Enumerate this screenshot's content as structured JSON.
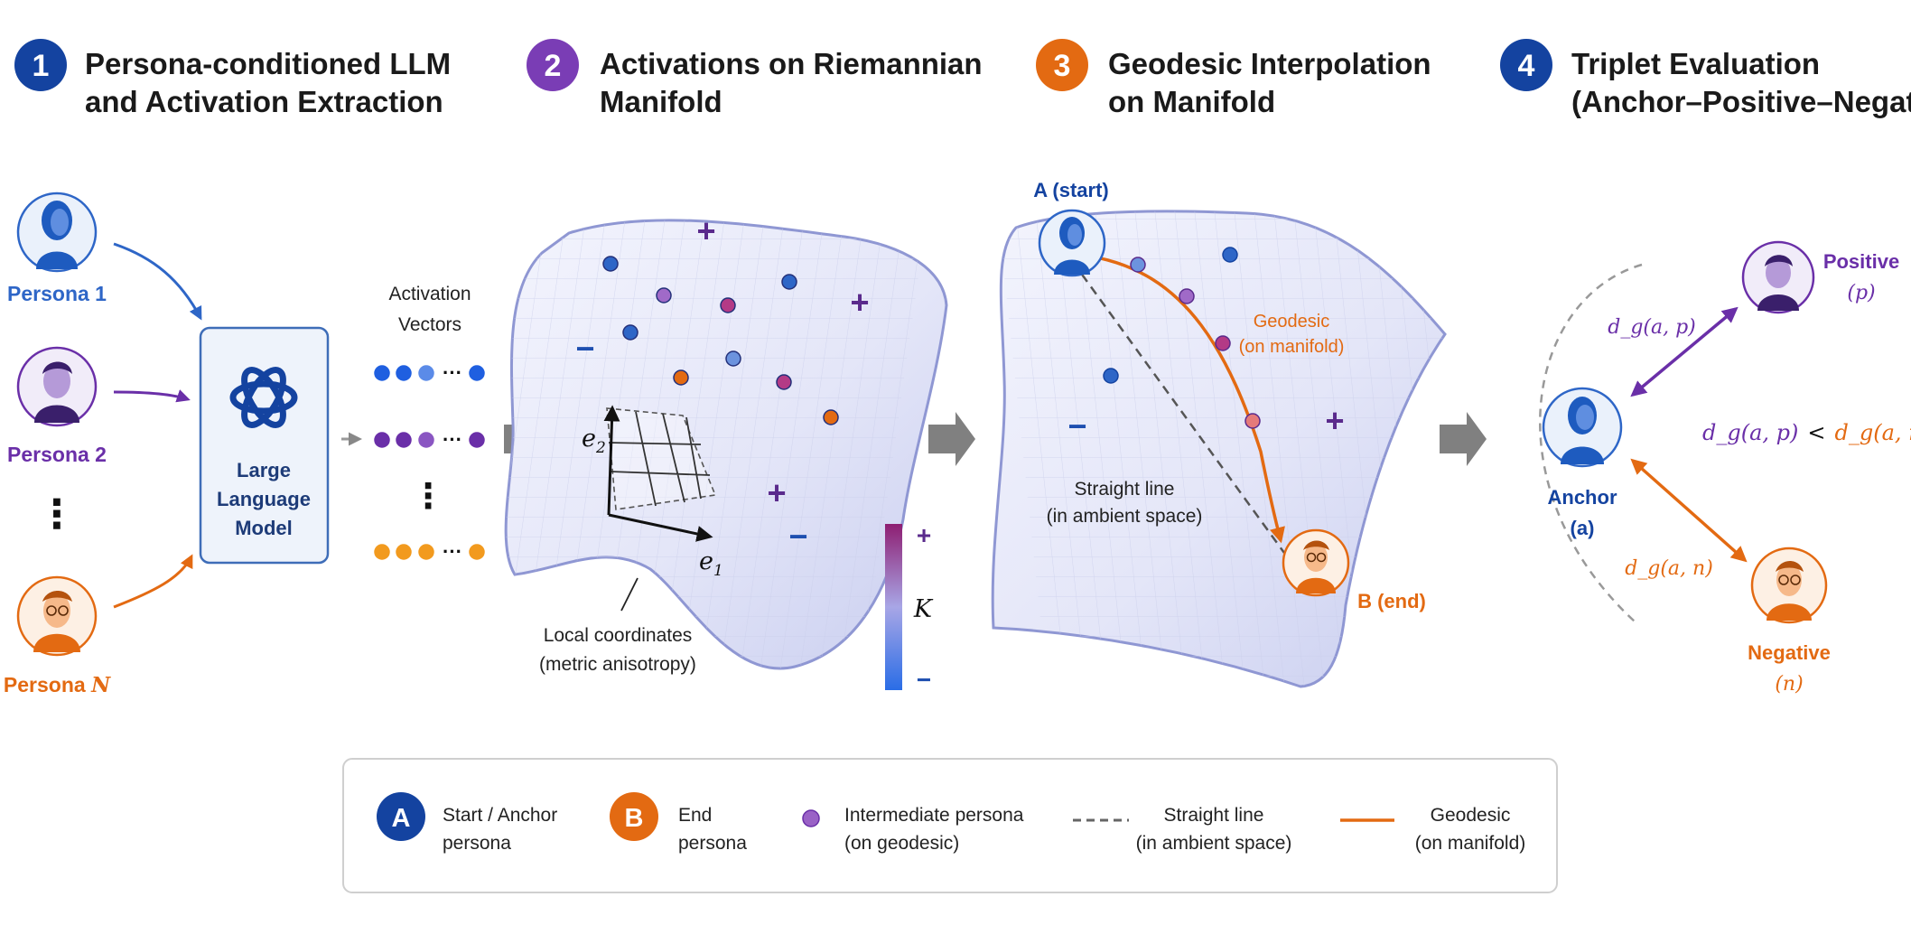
{
  "steps": [
    {
      "number": "1",
      "title_line1": "Persona-conditioned LLM",
      "title_line2": "and Activation Extraction"
    },
    {
      "number": "2",
      "title_line1": "Activations on Riemannian",
      "title_line2": "Manifold"
    },
    {
      "number": "3",
      "title_line1": "Geodesic Interpolation",
      "title_line2": "on Manifold"
    },
    {
      "number": "4",
      "title_line1": "Triplet Evaluation",
      "title_line2": "(Anchor–Positive–Negative)"
    }
  ],
  "panel1": {
    "persona1": "Persona 1",
    "persona2": "Persona 2",
    "personaN_prefix": "Persona ",
    "personaN_symbol": "N",
    "ellipsis": "⋮",
    "llm_line1": "Large",
    "llm_line2": "Language",
    "llm_line3": "Model",
    "activation_line1": "Activation",
    "activation_line2": "Vectors",
    "dots_ellipsis": "···",
    "vertical_ellipsis": "⋮"
  },
  "panel2": {
    "plus": "+",
    "minus": "−",
    "axis_e2": "e",
    "axis_e2_sub": "2",
    "axis_e1": "e",
    "axis_e1_sub": "1",
    "local_line1": "Local coordinates",
    "local_line2": "(metric anisotropy)",
    "colorbar_label": "K",
    "colorbar_plus": "+",
    "colorbar_minus": "−"
  },
  "panel3": {
    "a_label": "A (start)",
    "b_label": "B (end)",
    "geodesic_line1": "Geodesic",
    "geodesic_line2": "(on manifold)",
    "straight_line1": "Straight line",
    "straight_line2": "(in ambient space)",
    "plus": "+",
    "minus": "−"
  },
  "panel4": {
    "positive_line1": "Positive",
    "positive_line2": "(p)",
    "anchor_line1": "Anchor",
    "anchor_line2": "(a)",
    "negative_line1": "Negative",
    "negative_line2": "(n)",
    "d_ap": "d_g(a, p)",
    "d_an": "d_g(a, n)",
    "inequality_left": "d_g(a, p)",
    "inequality_op": "<",
    "inequality_right": "d_g(a, n)"
  },
  "legend": {
    "a_badge": "A",
    "a_line1": "Start / Anchor",
    "a_line2": "persona",
    "b_badge": "B",
    "b_line1": "End",
    "b_line2": "persona",
    "mid_line1": "Intermediate persona",
    "mid_line2": "(on geodesic)",
    "straight_line1": "Straight line",
    "straight_line2": "(in ambient space)",
    "geo_line1": "Geodesic",
    "geo_line2": "(on manifold)"
  },
  "colors": {
    "blue": "#2e66c7",
    "navy": "#1443a0",
    "purple": "#6a2fa8",
    "orange": "#e36a12",
    "magenta": "#b33a86",
    "gray": "#777777"
  }
}
